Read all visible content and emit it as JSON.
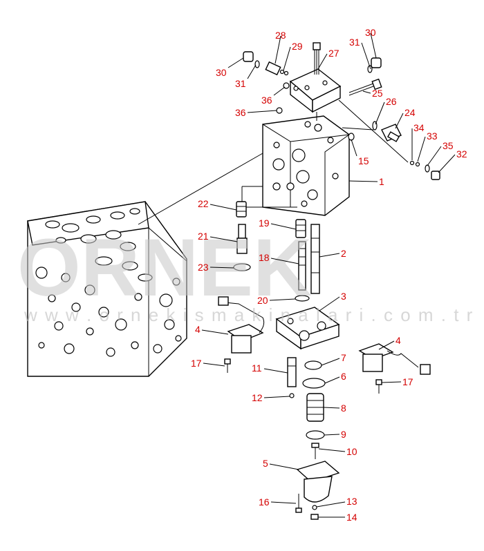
{
  "watermark": {
    "brand": "ORNEK",
    "site": "w w w . o r n e k i s m a k i n a l a r i . c o m . t r"
  },
  "colors": {
    "label": "#d40000",
    "line": "#000000",
    "watermark": "#c8c8c8"
  },
  "callouts": [
    {
      "id": "p28",
      "text": "28"
    },
    {
      "id": "p29",
      "text": "29"
    },
    {
      "id": "p27",
      "text": "27"
    },
    {
      "id": "p31a",
      "text": "31"
    },
    {
      "id": "p30a",
      "text": "30"
    },
    {
      "id": "p30b",
      "text": "30"
    },
    {
      "id": "p31b",
      "text": "31"
    },
    {
      "id": "p36a",
      "text": "36"
    },
    {
      "id": "p25",
      "text": "25"
    },
    {
      "id": "p26",
      "text": "26"
    },
    {
      "id": "p24",
      "text": "24"
    },
    {
      "id": "p36b",
      "text": "36"
    },
    {
      "id": "p34",
      "text": "34"
    },
    {
      "id": "p33",
      "text": "33"
    },
    {
      "id": "p35",
      "text": "35"
    },
    {
      "id": "p32",
      "text": "32"
    },
    {
      "id": "p15",
      "text": "15"
    },
    {
      "id": "p1",
      "text": "1"
    },
    {
      "id": "p22",
      "text": "22"
    },
    {
      "id": "p19",
      "text": "19"
    },
    {
      "id": "p21",
      "text": "21"
    },
    {
      "id": "p2",
      "text": "2"
    },
    {
      "id": "p18",
      "text": "18"
    },
    {
      "id": "p23",
      "text": "23"
    },
    {
      "id": "p20",
      "text": "20"
    },
    {
      "id": "p3",
      "text": "3"
    },
    {
      "id": "p4a",
      "text": "4"
    },
    {
      "id": "p4b",
      "text": "4"
    },
    {
      "id": "p7",
      "text": "7"
    },
    {
      "id": "p17a",
      "text": "17"
    },
    {
      "id": "p11",
      "text": "11"
    },
    {
      "id": "p6",
      "text": "6"
    },
    {
      "id": "p17b",
      "text": "17"
    },
    {
      "id": "p12",
      "text": "12"
    },
    {
      "id": "p8",
      "text": "8"
    },
    {
      "id": "p9",
      "text": "9"
    },
    {
      "id": "p10",
      "text": "10"
    },
    {
      "id": "p5",
      "text": "5"
    },
    {
      "id": "p16",
      "text": "16"
    },
    {
      "id": "p13",
      "text": "13"
    },
    {
      "id": "p14",
      "text": "14"
    }
  ]
}
